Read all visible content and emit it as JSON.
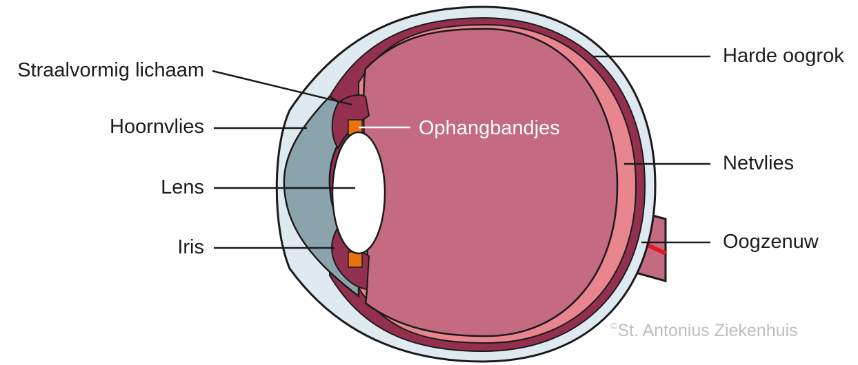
{
  "labels": {
    "straalvormig_lichaam": "Straalvormig lichaam",
    "hoornvlies": "Hoornvlies",
    "lens": "Lens",
    "iris": "Iris",
    "ophangbandjes": "Ophangbandjes",
    "harde_oogrok": "Harde oogrok",
    "netvlies": "Netvlies",
    "oogzenuw": "Oogzenuw"
  },
  "credit": {
    "symbol": "©",
    "text": "St. Antonius Ziekenhuis"
  },
  "colors": {
    "vitreous": "#c46b82",
    "choroid": "#93304f",
    "retina": "#e8858e",
    "sclera": "#dfe9f0",
    "aqueous": "#8aa3ad",
    "zonules": "#e8720f",
    "nerve_vessel": "#e01a2a",
    "outline": "#1a1a1a"
  }
}
